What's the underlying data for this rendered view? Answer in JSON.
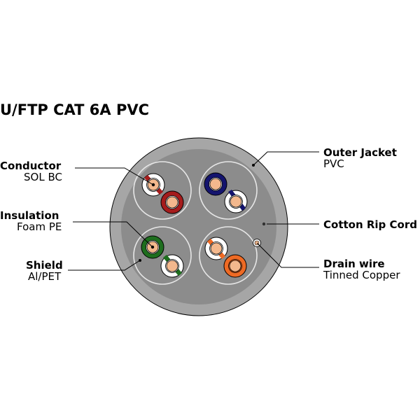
{
  "title": "U/FTP CAT 6A PVC",
  "labels": {
    "conductor": {
      "name": "Conductor",
      "detail": "SOL BC"
    },
    "insulation": {
      "name": "Insulation",
      "detail": "Foam PE"
    },
    "shield": {
      "name": "Shield",
      "detail": "Al/PET"
    },
    "outer_jacket": {
      "name": "Outer Jacket",
      "detail": "PVC"
    },
    "rip_cord": {
      "name": "Cotton Rip Cord"
    },
    "drain_wire": {
      "name": "Drain wire",
      "detail": "Tinned Copper"
    }
  },
  "colors": {
    "jacket_outer": "#a6a6a6",
    "jacket_inner": "#8c8c8c",
    "shield_line": "#e6e6e6",
    "copper": "#f3b88d",
    "brown": "#a51c1c",
    "blue": "#14146e",
    "green": "#1e6e1e",
    "orange": "#ee6a24",
    "white": "#ffffff"
  }
}
